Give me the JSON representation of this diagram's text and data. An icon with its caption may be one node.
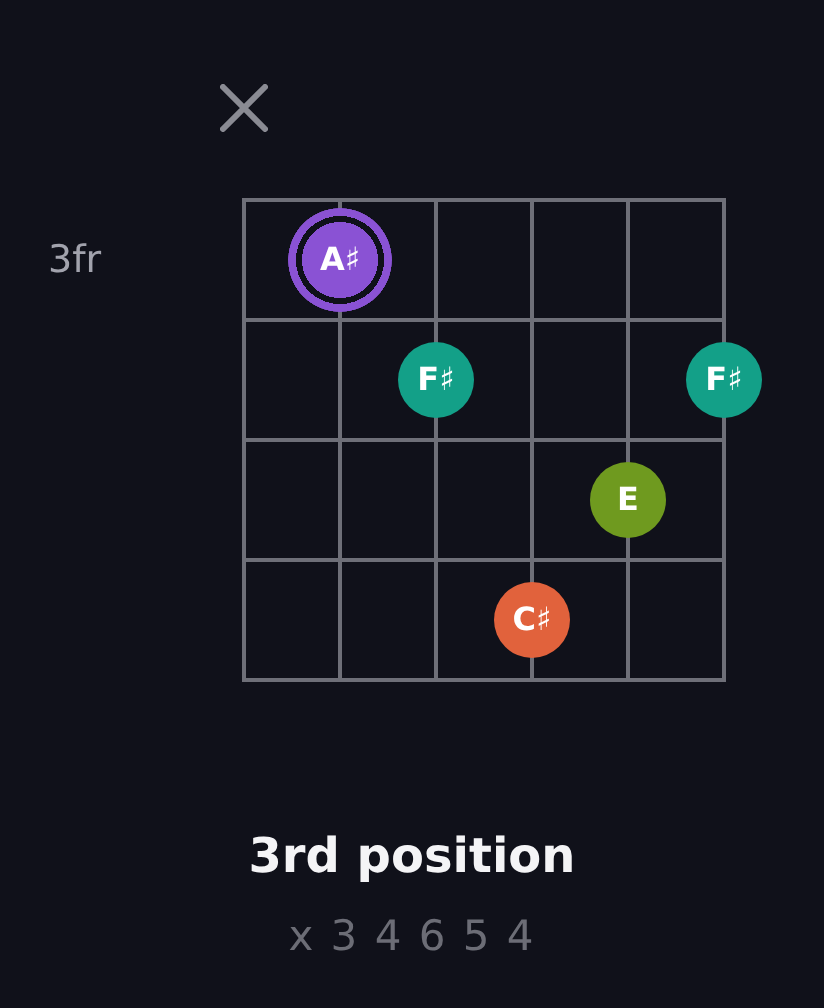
{
  "diagram": {
    "title": "3rd position",
    "caption": "x 3 4 6 5 4",
    "nodes": [
      {
        "text": [
          "A♯"
        ]
      },
      {
        "text": [
          "F♯"
        ]
      },
      {
        "text": [
          "F♯"
        ]
      },
      {
        "text": [
          "E"
        ]
      },
      {
        "text": [
          "C♯"
        ]
      }
    ],
    "edges": [],
    "labels": [
      "3fr"
    ]
  }
}
